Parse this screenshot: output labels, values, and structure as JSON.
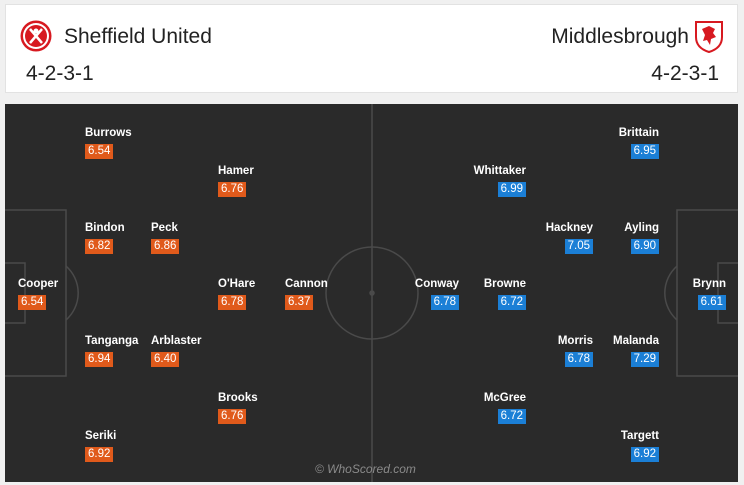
{
  "home": {
    "name": "Sheffield United",
    "formation": "4-2-3-1",
    "badge_icon": "sheffield-united-crest",
    "rating_color": "#e05a1b",
    "players": [
      {
        "name": "Burrows",
        "rating": "6.54"
      },
      {
        "name": "Hamer",
        "rating": "6.76"
      },
      {
        "name": "Bindon",
        "rating": "6.82"
      },
      {
        "name": "Peck",
        "rating": "6.86"
      },
      {
        "name": "Cooper",
        "rating": "6.54"
      },
      {
        "name": "O'Hare",
        "rating": "6.78"
      },
      {
        "name": "Cannon",
        "rating": "6.37"
      },
      {
        "name": "Tanganga",
        "rating": "6.94"
      },
      {
        "name": "Arblaster",
        "rating": "6.40"
      },
      {
        "name": "Brooks",
        "rating": "6.76"
      },
      {
        "name": "Seriki",
        "rating": "6.92"
      }
    ]
  },
  "away": {
    "name": "Middlesbrough",
    "formation": "4-2-3-1",
    "badge_icon": "middlesbrough-crest",
    "rating_color": "#1b7fd6",
    "players": [
      {
        "name": "Brittain",
        "rating": "6.95"
      },
      {
        "name": "Whittaker",
        "rating": "6.99"
      },
      {
        "name": "Hackney",
        "rating": "7.05"
      },
      {
        "name": "Ayling",
        "rating": "6.90"
      },
      {
        "name": "Brynn",
        "rating": "6.61"
      },
      {
        "name": "Conway",
        "rating": "6.78"
      },
      {
        "name": "Browne",
        "rating": "6.72"
      },
      {
        "name": "Morris",
        "rating": "6.78"
      },
      {
        "name": "Malanda",
        "rating": "7.29"
      },
      {
        "name": "McGree",
        "rating": "6.72"
      },
      {
        "name": "Targett",
        "rating": "6.92"
      }
    ]
  },
  "watermark": "© WhoScored.com"
}
